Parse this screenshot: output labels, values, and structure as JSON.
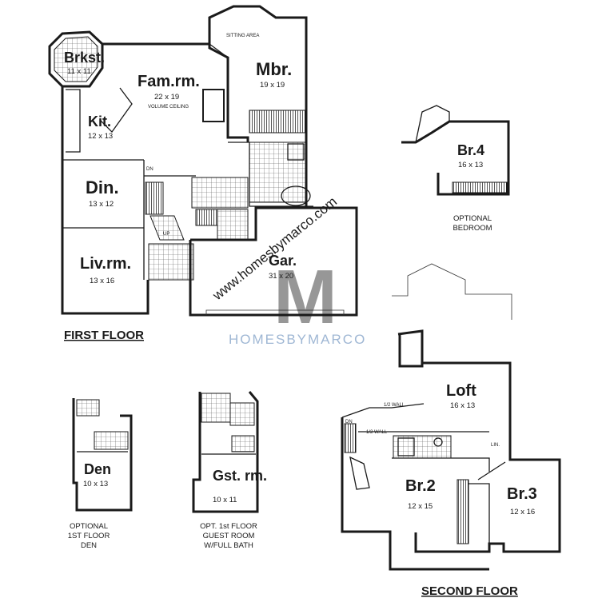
{
  "colors": {
    "ink": "#1a1a1a",
    "watermark": "#9fb7d4",
    "paper": "#ffffff"
  },
  "rooms": {
    "brkfst": {
      "name": "Brkst.",
      "dim": "11 x 11"
    },
    "famrm": {
      "name": "Fam.rm.",
      "dim": "22 x 19",
      "note": "VOLUME CEILING"
    },
    "mbr": {
      "name": "Mbr.",
      "dim": "19 x 19"
    },
    "sitting": {
      "name": "SITTING AREA"
    },
    "kit": {
      "name": "Kit.",
      "dim": "12 x 13"
    },
    "din": {
      "name": "Din.",
      "dim": "13 x 12"
    },
    "livrm": {
      "name": "Liv.rm.",
      "dim": "13 x 16"
    },
    "gar": {
      "name": "Gar.",
      "dim": "31 x 20"
    },
    "br4": {
      "name": "Br.4",
      "dim": "16 x 13"
    },
    "loft": {
      "name": "Loft",
      "dim": "16 x 13"
    },
    "br2": {
      "name": "Br.2",
      "dim": "12 x 15"
    },
    "br3": {
      "name": "Br.3",
      "dim": "12 x 16"
    },
    "den": {
      "name": "Den",
      "dim": "10 x 13"
    },
    "gstrm": {
      "name": "Gst. rm.",
      "dim": "10 x 11"
    }
  },
  "labels": {
    "first_floor": "FIRST FLOOR",
    "second_floor": "SECOND FLOOR",
    "optional_bedroom": [
      "OPTIONAL",
      "BEDROOM"
    ],
    "optional_den": [
      "OPTIONAL",
      "1ST FLOOR",
      "DEN"
    ],
    "opt_guest": [
      "OPT. 1st FLOOR",
      "GUEST ROOM",
      "W/FULL BATH"
    ],
    "half_wall": "1/2 WALL",
    "dn": "DN",
    "up": "UP",
    "lin": "LIN."
  },
  "watermark": {
    "url": "www.homesbymarco.com",
    "brand": "HOMESBYMARCO",
    "monogram": "M"
  }
}
